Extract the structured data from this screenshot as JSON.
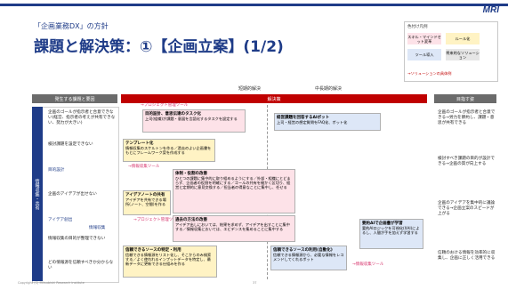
{
  "header": {
    "logo": "MRI",
    "subtitle": "「企画業務DX」の方針",
    "title": "課題と解決策：①【企画立案】(1/2)"
  },
  "legend": {
    "title": "色付け凡例",
    "items": [
      "スキル・マインドセット変革",
      "ルール化",
      "ツール導入",
      "将来的なソリューション"
    ],
    "note": "→ソリューションの具体例"
  },
  "timeline": {
    "short": "短期的解決",
    "mid": "中長期的解決"
  },
  "columns": {
    "left_header": "発生する課題と要因",
    "mid_header": "解決策",
    "right_header": "目指す姿"
  },
  "sidebar_label": "情報収集・共有",
  "left": {
    "section1": [
      "企画のゴールが指示者と合意できない(経営、指示者の考えが共有できない、努力が大きい)",
      "検討課題を設定できない"
    ],
    "label_goal": "目的設計",
    "section2": [
      "企画のアイデアが出せない"
    ],
    "label_idea": "アイデア創出",
    "label_info": "情報収集",
    "section3": [
      "情報収集の目的が整理できない",
      "どの情報源を信頼すべきか分からない"
    ]
  },
  "tags": {
    "project_tool": "→プロジェクト管理ツール",
    "info_tool1": "→情報収集ツール",
    "project_tool2": "→プロジェクト管理ツール",
    "info_tool2": "→情報収集ツール"
  },
  "boxes": {
    "b1_title": "目的設計、意思伝達のタスク化",
    "b1_text": "上司(組織)が課題・意図を言語化するタスクを設定する",
    "b2_title": "経営課題を回答するAIボット",
    "b2_text": "上司・経営の想定質問をFAQ化、ボット化",
    "b3_title": "テンプレート化",
    "b3_text": "情報収集のスケルトンを作る／過去のよい企画書をもとにフレームワーク案を作成する",
    "b4_title": "体制・役割の改善",
    "b4_text": "ひとつの課題に集中的に取り組めるようにする／外部・組織にとどまらず、企画者の役割を明確にする／ゴールの共有を細かく区切り、経営と定期的に意見交換する／担当者の得意なことに集中し、任せる",
    "b5_title": "アイデアノートの共有",
    "b5_text": "アイデアを共有できる場所(ノート、空間)を作る",
    "b6_title": "過去の方法の改善",
    "b6_text": "アイデア出しにおいては、結果を求めず、アイデアを出すことに集中する／情報収集においては、エビデンスを集めることに集中する",
    "b7_title": "要約AIで企画書が学習",
    "b7_text": "要約AIロジックを可視化(XAI)によるし、人間が手を加えず学習する",
    "b8_title": "信頼できるソースの特定・利用",
    "b8_text": "信頼できる情報源をリスト化し、そこからのみ検索する／よく使われるインプットデータを特定し、最新データに更新できる仕組みを作る",
    "b9_title": "信頼できるソースの利用(自動化)",
    "b9_text": "信頼できる情報源から、必要な情報をレコメンドしてくれるボット"
  },
  "right": {
    "r1": "企画のゴールが指示者と合意できる→労力を節約し、課題・意思が共有できる",
    "r2": "検討すべき課題の目的が設計できる→企画の質が向上する",
    "r3": "企画のアイデアを集中的に議論できる→企画立案のスピードが上がる",
    "r4": "信頼のおける情報を効率的に収集し、企画に正しく活用できる"
  },
  "footer": {
    "copyright": "Copyright (C) Mitsubishi Research Institute",
    "page": "37"
  },
  "colors": {
    "accent": "#1f3c88",
    "red": "#c00000",
    "pink": "#fde2e8",
    "yellow": "#fff3c4",
    "blue": "#dde7f7"
  }
}
